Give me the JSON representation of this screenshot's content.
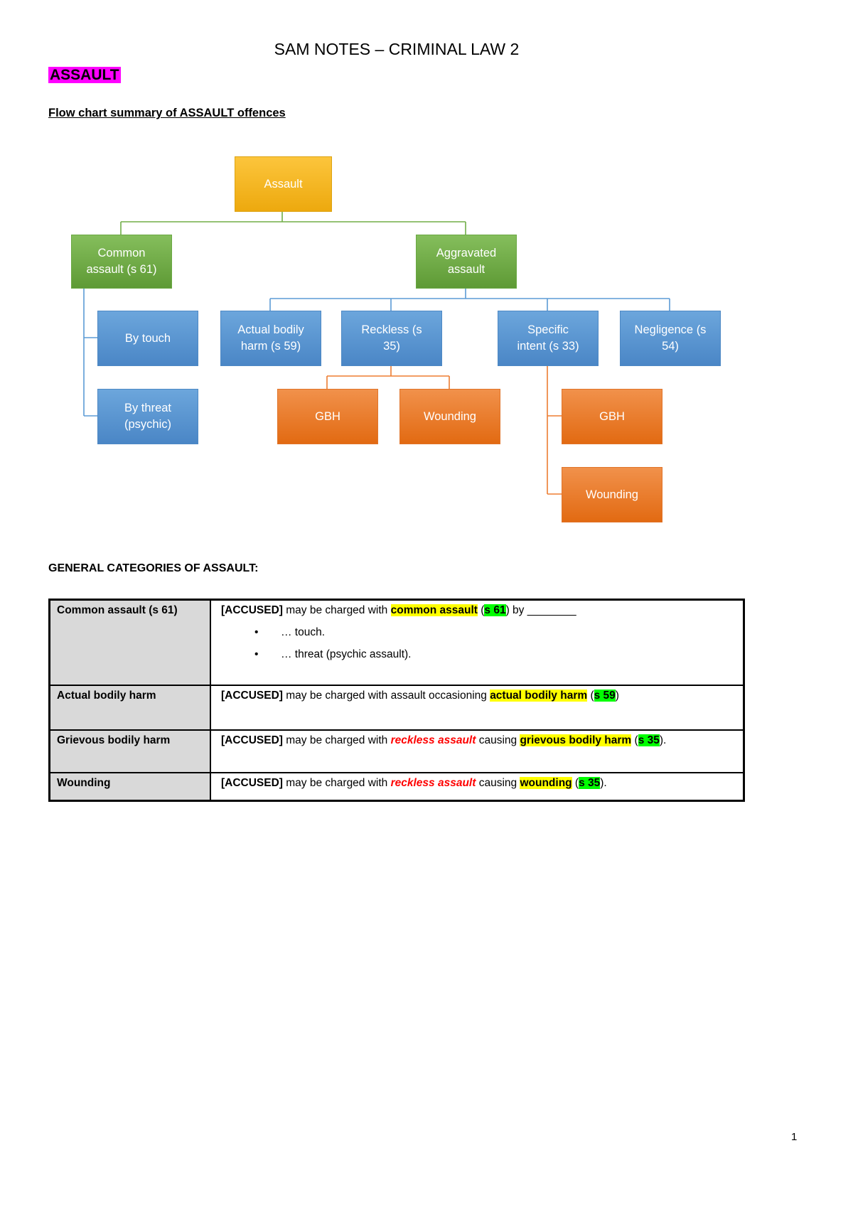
{
  "header": {
    "title": "SAM NOTES – CRIMINAL LAW 2"
  },
  "headings": {
    "assault": "ASSAULT",
    "flow_chart": "Flow chart summary of ASSAULT offences",
    "general_categories": "GENERAL CATEGORIES OF ASSAULT:"
  },
  "colors": {
    "hl_magenta": "#FF00FF",
    "hl_yellow": "#FFFF00",
    "hl_green": "#00FF00",
    "red_text": "#FF0000",
    "gray_bg": "#D9D9D9",
    "gold_l": "#FCC53C",
    "gold_d": "#EDA90E",
    "green_l": "#85BE5C",
    "green_d": "#5E9A35",
    "blue_l": "#6CA6DC",
    "blue_d": "#4A86C6",
    "orange_l": "#F1914B",
    "orange_d": "#E26A12",
    "conn_green": "#70AD47",
    "conn_blue": "#5B9BD5",
    "conn_orange": "#ED7D31"
  },
  "flowchart": {
    "nodes": {
      "assault": {
        "label": "Assault",
        "color": "gold"
      },
      "common_assault": {
        "label": "Common\nassault (s 61)",
        "color": "green"
      },
      "aggravated_assault": {
        "label": "Aggravated\nassault",
        "color": "green"
      },
      "by_touch": {
        "label": "By touch",
        "color": "blue"
      },
      "by_threat": {
        "label": "By threat\n(psychic)",
        "color": "blue"
      },
      "actual_bodily_harm": {
        "label": "Actual bodily\nharm (s 59)",
        "color": "blue"
      },
      "reckless": {
        "label": "Reckless (s\n35)",
        "color": "blue"
      },
      "specific_intent": {
        "label": "Specific\nintent (s 33)",
        "color": "blue"
      },
      "negligence": {
        "label": "Negligence (s\n54)",
        "color": "blue"
      },
      "gbh_reckless": {
        "label": "GBH",
        "color": "orange"
      },
      "wounding_reckless": {
        "label": "Wounding",
        "color": "orange"
      },
      "gbh_specific": {
        "label": "GBH",
        "color": "orange"
      },
      "wounding_specific": {
        "label": "Wounding",
        "color": "orange"
      }
    },
    "edges": [
      [
        "assault",
        "common_assault"
      ],
      [
        "assault",
        "aggravated_assault"
      ],
      [
        "common_assault",
        "by_touch"
      ],
      [
        "common_assault",
        "by_threat"
      ],
      [
        "aggravated_assault",
        "actual_bodily_harm"
      ],
      [
        "aggravated_assault",
        "reckless"
      ],
      [
        "aggravated_assault",
        "specific_intent"
      ],
      [
        "aggravated_assault",
        "negligence"
      ],
      [
        "reckless",
        "gbh_reckless"
      ],
      [
        "reckless",
        "wounding_reckless"
      ],
      [
        "specific_intent",
        "gbh_specific"
      ],
      [
        "specific_intent",
        "wounding_specific"
      ]
    ]
  },
  "table": {
    "rows": [
      {
        "header": "Common assault (s 61)",
        "segments": [
          {
            "t": "[ACCUSED]",
            "s": "bold"
          },
          {
            "t": " may be charged with ",
            "s": "plain"
          },
          {
            "t": "common assault",
            "s": "yellow"
          },
          {
            "t": " (",
            "s": "plain"
          },
          {
            "t": "s 61",
            "s": "green"
          },
          {
            "t": ") by ",
            "s": "plain"
          },
          {
            "t": "________",
            "s": "plain"
          }
        ],
        "bullets": [
          "… touch.",
          "… threat (psychic assault)."
        ]
      },
      {
        "header": "Actual bodily harm",
        "segments": [
          {
            "t": "[ACCUSED]",
            "s": "bold"
          },
          {
            "t": " may be charged with assault occasioning ",
            "s": "plain"
          },
          {
            "t": "actual bodily harm",
            "s": "yellow"
          },
          {
            "t": " (",
            "s": "plain"
          },
          {
            "t": "s 59",
            "s": "green"
          },
          {
            "t": ")",
            "s": "plain"
          }
        ],
        "bullets": []
      },
      {
        "header": "Grievous bodily harm",
        "segments": [
          {
            "t": "[ACCUSED]",
            "s": "bold"
          },
          {
            "t": " may be charged with ",
            "s": "plain"
          },
          {
            "t": "reckless assault",
            "s": "red"
          },
          {
            "t": " causing ",
            "s": "plain"
          },
          {
            "t": "grievous bodily harm",
            "s": "yellow"
          },
          {
            "t": " (",
            "s": "plain"
          },
          {
            "t": "s 35",
            "s": "green"
          },
          {
            "t": ").",
            "s": "plain"
          }
        ],
        "bullets": []
      },
      {
        "header": "Wounding",
        "segments": [
          {
            "t": "[ACCUSED]",
            "s": "bold"
          },
          {
            "t": " may be charged with ",
            "s": "plain"
          },
          {
            "t": "reckless assault",
            "s": "red"
          },
          {
            "t": " causing ",
            "s": "plain"
          },
          {
            "t": "wounding",
            "s": "yellow"
          },
          {
            "t": " (",
            "s": "plain"
          },
          {
            "t": "s 35",
            "s": "green"
          },
          {
            "t": ").",
            "s": "plain"
          }
        ],
        "bullets": []
      }
    ]
  },
  "footer": {
    "page_number": "1"
  }
}
